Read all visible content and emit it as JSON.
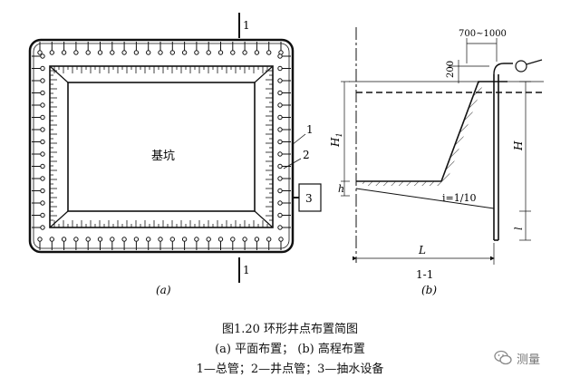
{
  "figure_a": {
    "center_label": "基坑",
    "section_mark": "1",
    "callouts": [
      "1",
      "2",
      "3"
    ],
    "panel_label": "(a)"
  },
  "figure_b": {
    "dim_top": "700~1000",
    "dim_200": "200",
    "label_H1": "H",
    "label_H1_sub": "1",
    "label_H": "H",
    "label_h": "h",
    "label_l": "l",
    "label_L": "L",
    "slope": "i=1/10",
    "section": "1-1",
    "panel_label": "(b)"
  },
  "caption": {
    "title": "图1.20   环形井点布置简图",
    "line2": "(a) 平面布置； (b) 高程布置",
    "line3": "1—总管；2—井点管；3—抽水设备"
  },
  "watermark": {
    "text": "测量",
    "icon": "wechat-logo-icon"
  }
}
